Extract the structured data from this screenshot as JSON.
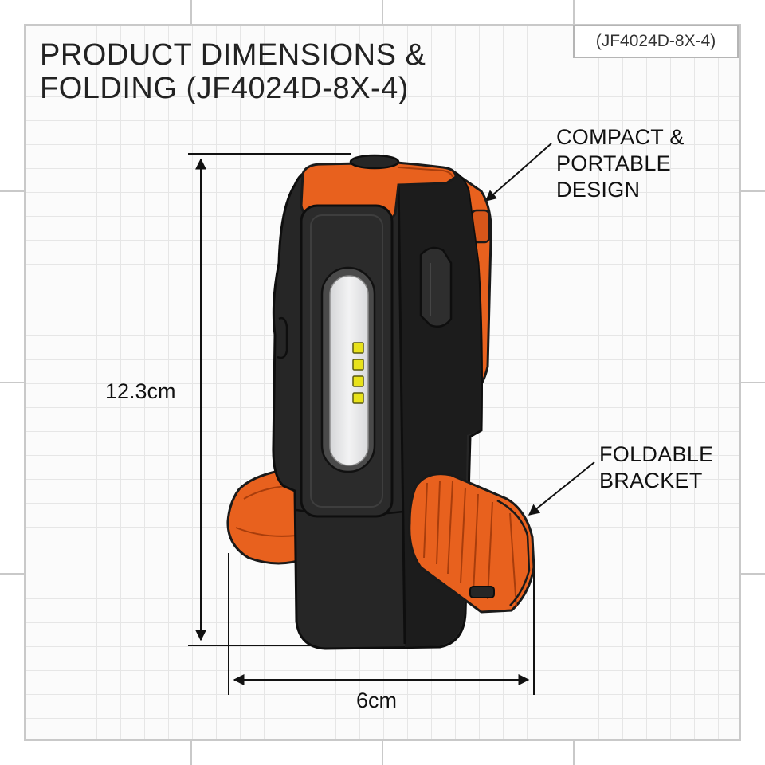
{
  "title": "PRODUCT DIMENSIONS & FOLDING (JF4024D-8X-4)",
  "model_tag": "(JF4024D-8X-4)",
  "callouts": {
    "compact": "COMPACT &\nPORTABLE\nDESIGN",
    "bracket": "FOLDABLE\nBRACKET"
  },
  "dimensions": {
    "height": "12.3cm",
    "width": "6cm"
  },
  "colors": {
    "body": "#262626",
    "accent": "#e8611e",
    "led": "#e8e21a",
    "lens": "#e9e9ea"
  },
  "led_count": 4
}
